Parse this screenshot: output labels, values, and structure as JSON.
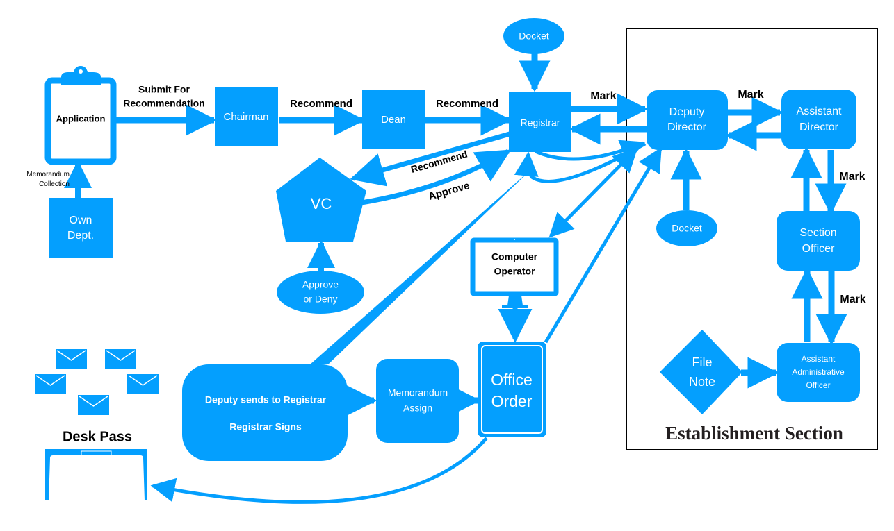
{
  "colors": {
    "primary": "#049ffe",
    "text_dark": "#000000",
    "section_border": "#000000",
    "section_title": "#231f20"
  },
  "nodes": {
    "application": {
      "label": "Application",
      "shape": "clipboard-icon"
    },
    "own_dept": {
      "line1": "Own",
      "line2": "Dept."
    },
    "chairman": {
      "label": "Chairman"
    },
    "dean": {
      "label": "Dean"
    },
    "registrar": {
      "label": "Registrar"
    },
    "docket_top": {
      "label": "Docket"
    },
    "vc": {
      "label": "VC"
    },
    "approve_or_deny": {
      "line1": "Approve",
      "line2": "or Deny"
    },
    "deputy_director": {
      "line1": "Deputy",
      "line2": "Director"
    },
    "assistant_director": {
      "line1": "Assistant",
      "line2": "Director"
    },
    "docket_mid": {
      "label": "Docket"
    },
    "section_officer": {
      "line1": "Section",
      "line2": "Officer"
    },
    "file_note": {
      "line1": "File",
      "line2": "Note"
    },
    "aao": {
      "line1": "Assistant",
      "line2": "Administrative",
      "line3": "Officer"
    },
    "computer_operator": {
      "line1": "Computer",
      "line2": "Operator"
    },
    "office_order": {
      "line1": "Office",
      "line2": "Order"
    },
    "memorandum_assign": {
      "line1": "Memorandum",
      "line2": "Assign"
    },
    "deputy_sends": {
      "line1": "Deputy sends to Registrar",
      "line2": "Registrar Signs"
    },
    "desk_pass": {
      "label": "Desk Pass"
    }
  },
  "edge_labels": {
    "submit_for_recommendation": {
      "line1": "Submit For",
      "line2": "Recommendation"
    },
    "memorandum_collection": {
      "line1": "Memorandum",
      "line2": "Collection"
    },
    "recommend_chairman_dean": "Recommend",
    "recommend_dean_registrar": "Recommend",
    "recommend_registrar_vc": "Recommend",
    "approve_vc_registrar": "Approve",
    "mark_registrar_deputy": "Mark",
    "mark_deputy_assistant": "Mark",
    "mark_assistant_section": "Mark",
    "mark_section_aao": "Mark"
  },
  "section": {
    "title": "Establishment Section"
  },
  "decorations": {
    "envelope_count": 5
  }
}
